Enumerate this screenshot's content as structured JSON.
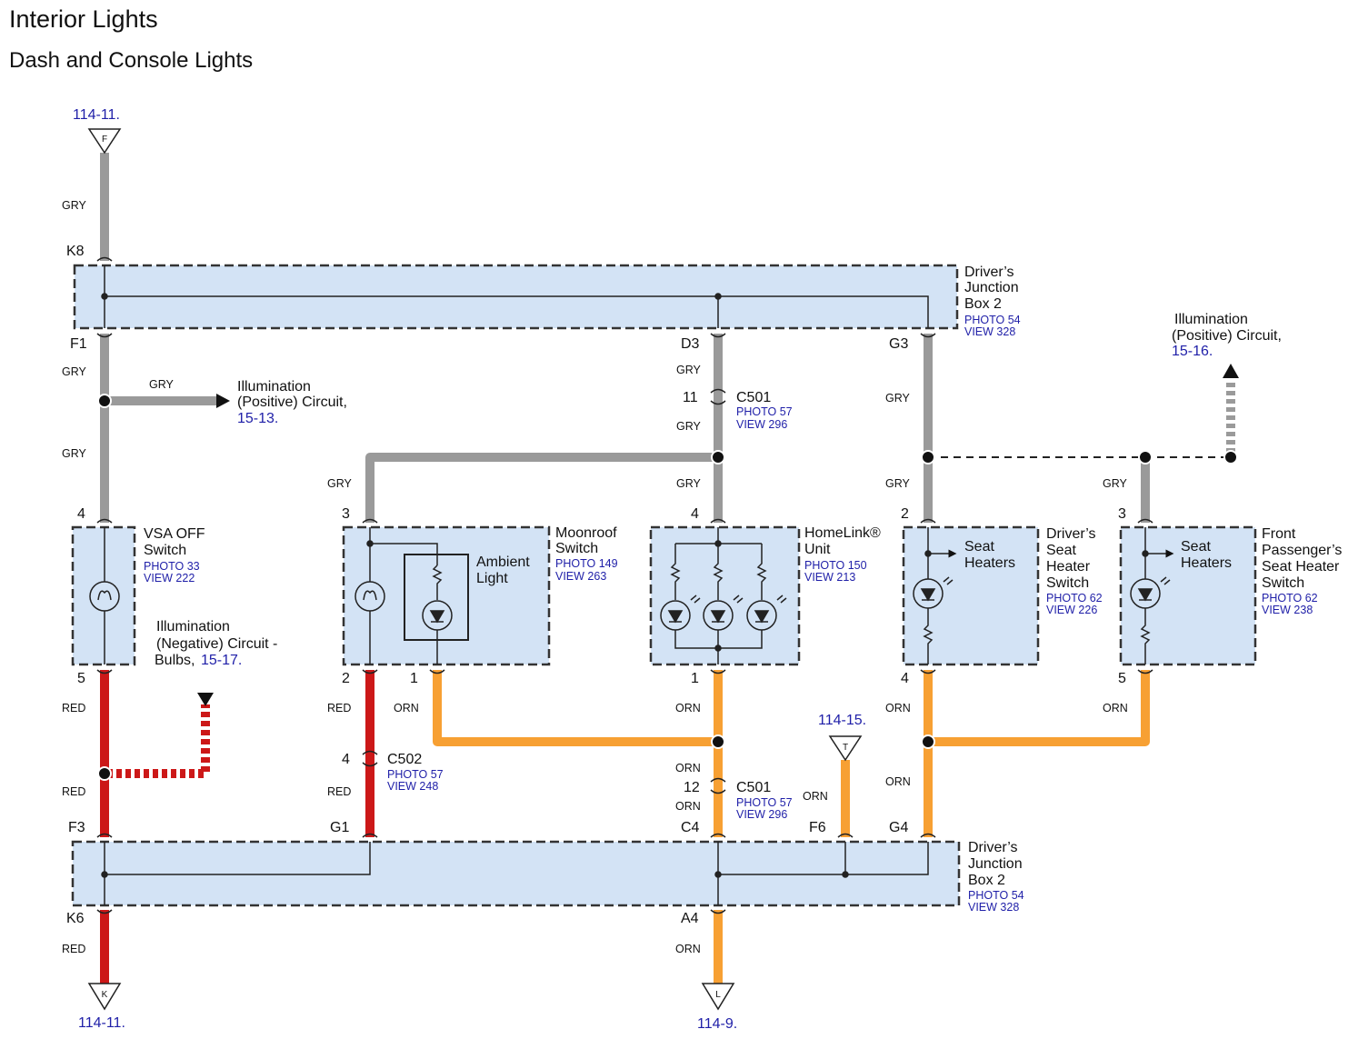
{
  "title": "Interior Lights",
  "subtitle": "Dash and Console Lights",
  "colors": {
    "gry": "#9a9a9a",
    "red": "#cc1818",
    "orn": "#f7a033",
    "box_fill": "#d3e3f5",
    "link": "#1f1fa8"
  },
  "refs": {
    "top_left": "114-11.",
    "bottom_left": "114-11.",
    "bottom_mid": "114-9.",
    "mid": "114-15."
  },
  "terminals": {
    "f": "F",
    "k": "K",
    "l": "L",
    "t": "T"
  },
  "wire_labels": {
    "gry": "GRY",
    "red": "RED",
    "orn": "ORN"
  },
  "jb_top": {
    "name1": "Driver’s",
    "name2": "Junction",
    "name3": "Box 2",
    "photo": "PHOTO 54",
    "view": "VIEW 328",
    "pins": {
      "k8": "K8",
      "f1": "F1",
      "d3": "D3",
      "g3": "G3"
    }
  },
  "jb_bottom": {
    "name1": "Driver’s",
    "name2": "Junction",
    "name3": "Box 2",
    "photo": "PHOTO 54",
    "view": "VIEW 328",
    "pins": {
      "f3": "F3",
      "g1": "G1",
      "c4": "C4",
      "f6": "F6",
      "g4": "G4",
      "k6": "K6",
      "a4": "A4"
    }
  },
  "illum_pos_1": {
    "line1": "Illumination",
    "line2": "(Positive) Circuit,",
    "link": "15-13."
  },
  "illum_pos_2": {
    "line1": "Illumination",
    "line2": "(Positive) Circuit,",
    "link": "15-16."
  },
  "illum_neg": {
    "line1": "Illumination",
    "line2": "(Negative) Circuit -",
    "line3": "Bulbs,",
    "link": "15-17."
  },
  "c501_top": {
    "pin": "11",
    "name": "C501",
    "photo": "PHOTO 57",
    "view": "VIEW 296"
  },
  "c501_bottom": {
    "pin": "12",
    "name": "C501",
    "photo": "PHOTO 57",
    "view": "VIEW 296"
  },
  "c502": {
    "pin": "4",
    "name": "C502",
    "photo": "PHOTO 57",
    "view": "VIEW 248"
  },
  "vsa": {
    "name1": "VSA OFF",
    "name2": "Switch",
    "photo": "PHOTO 33",
    "view": "VIEW 222",
    "pin_in": "4",
    "pin_out": "5"
  },
  "moonroof": {
    "name1": "Moonroof",
    "name2": "Switch",
    "photo": "PHOTO 149",
    "view": "VIEW 263",
    "inner1": "Ambient",
    "inner2": "Light",
    "pin_in": "3",
    "pin_out_red": "2",
    "pin_out_orn": "1"
  },
  "homelink": {
    "name1": "HomeLink®",
    "name2": "Unit",
    "photo": "PHOTO 150",
    "view": "VIEW 213",
    "pin_in": "4",
    "pin_out": "1"
  },
  "driver_seat": {
    "name1": "Driver’s",
    "name2": "Seat",
    "name3": "Heater",
    "name4": "Switch",
    "photo": "PHOTO 62",
    "view": "VIEW 226",
    "inner1": "Seat",
    "inner2": "Heaters",
    "pin_in": "2",
    "pin_out": "4"
  },
  "pass_seat": {
    "name1": "Front",
    "name2": "Passenger’s",
    "name3": "Seat Heater",
    "name4": "Switch",
    "photo": "PHOTO 62",
    "view": "VIEW 238",
    "inner1": "Seat",
    "inner2": "Heaters",
    "pin_in": "3",
    "pin_out": "5"
  }
}
